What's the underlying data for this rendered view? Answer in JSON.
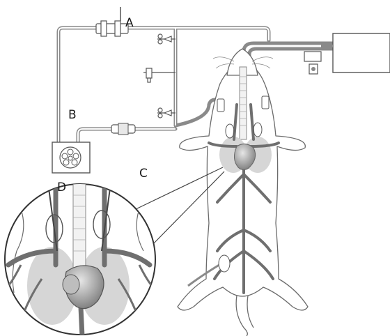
{
  "labels": {
    "a": "A",
    "b": "B",
    "c": "C",
    "d": "D"
  },
  "colors": {
    "tube": "#8a8a8a",
    "vessel": "#6f6f6f",
    "heart": "#a9a9a9",
    "lung": "#d4d4d4",
    "outline": "#6b6b6b",
    "body_fill": "#ffffff"
  }
}
